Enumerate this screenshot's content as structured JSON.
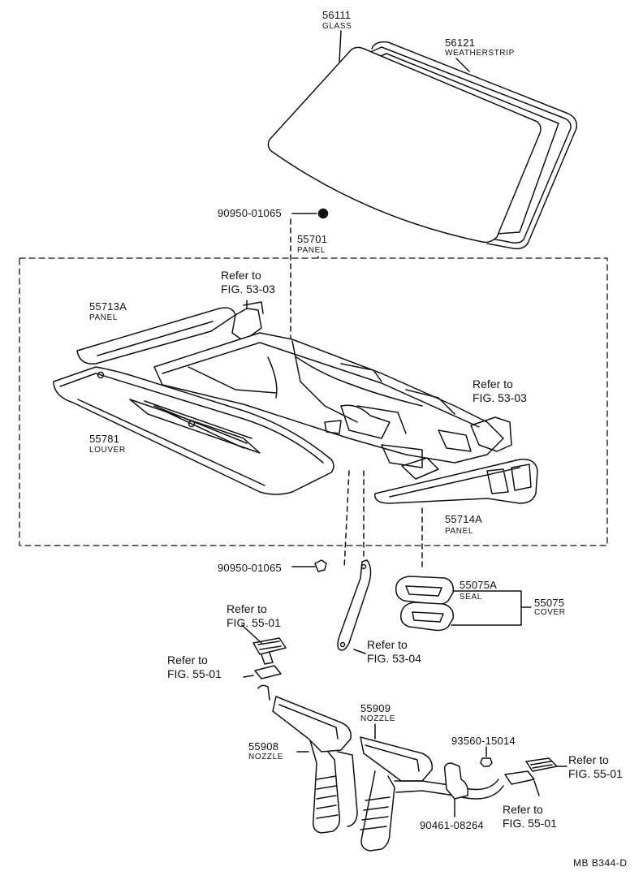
{
  "parts": [
    {
      "number": "56111",
      "name": "GLASS"
    },
    {
      "number": "56121",
      "name": "WEATHERSTRIP"
    },
    {
      "number": "90950-01065"
    },
    {
      "number": "55701",
      "name": "PANEL"
    },
    {
      "number": "55713A",
      "name": "PANEL"
    },
    {
      "number": "55781",
      "name": "LOUVER"
    },
    {
      "number": "55714A",
      "name": "PANEL"
    },
    {
      "number": "90950-01065"
    },
    {
      "number": "55075A",
      "name": "SEAL"
    },
    {
      "number": "55075",
      "name": "COVER"
    },
    {
      "number": "55909",
      "name": "NOZZLE"
    },
    {
      "number": "55908",
      "name": "NOZZLE"
    },
    {
      "number": "93560-15014"
    },
    {
      "number": "90461-08264"
    }
  ],
  "references": [
    {
      "line1": "Refer to",
      "line2": "FIG. 53-03"
    },
    {
      "line1": "Refer to",
      "line2": "FIG. 53-03"
    },
    {
      "line1": "Refer to",
      "line2": "FIG. 55-01"
    },
    {
      "line1": "Refer to",
      "line2": "FIG. 55-01"
    },
    {
      "line1": "Refer to",
      "line2": "FIG. 53-04"
    },
    {
      "line1": "Refer to",
      "line2": "FIG. 55-01"
    },
    {
      "line1": "Refer to",
      "line2": "FIG. 55-01"
    }
  ],
  "footer": {
    "code": "MB  B344-D"
  }
}
